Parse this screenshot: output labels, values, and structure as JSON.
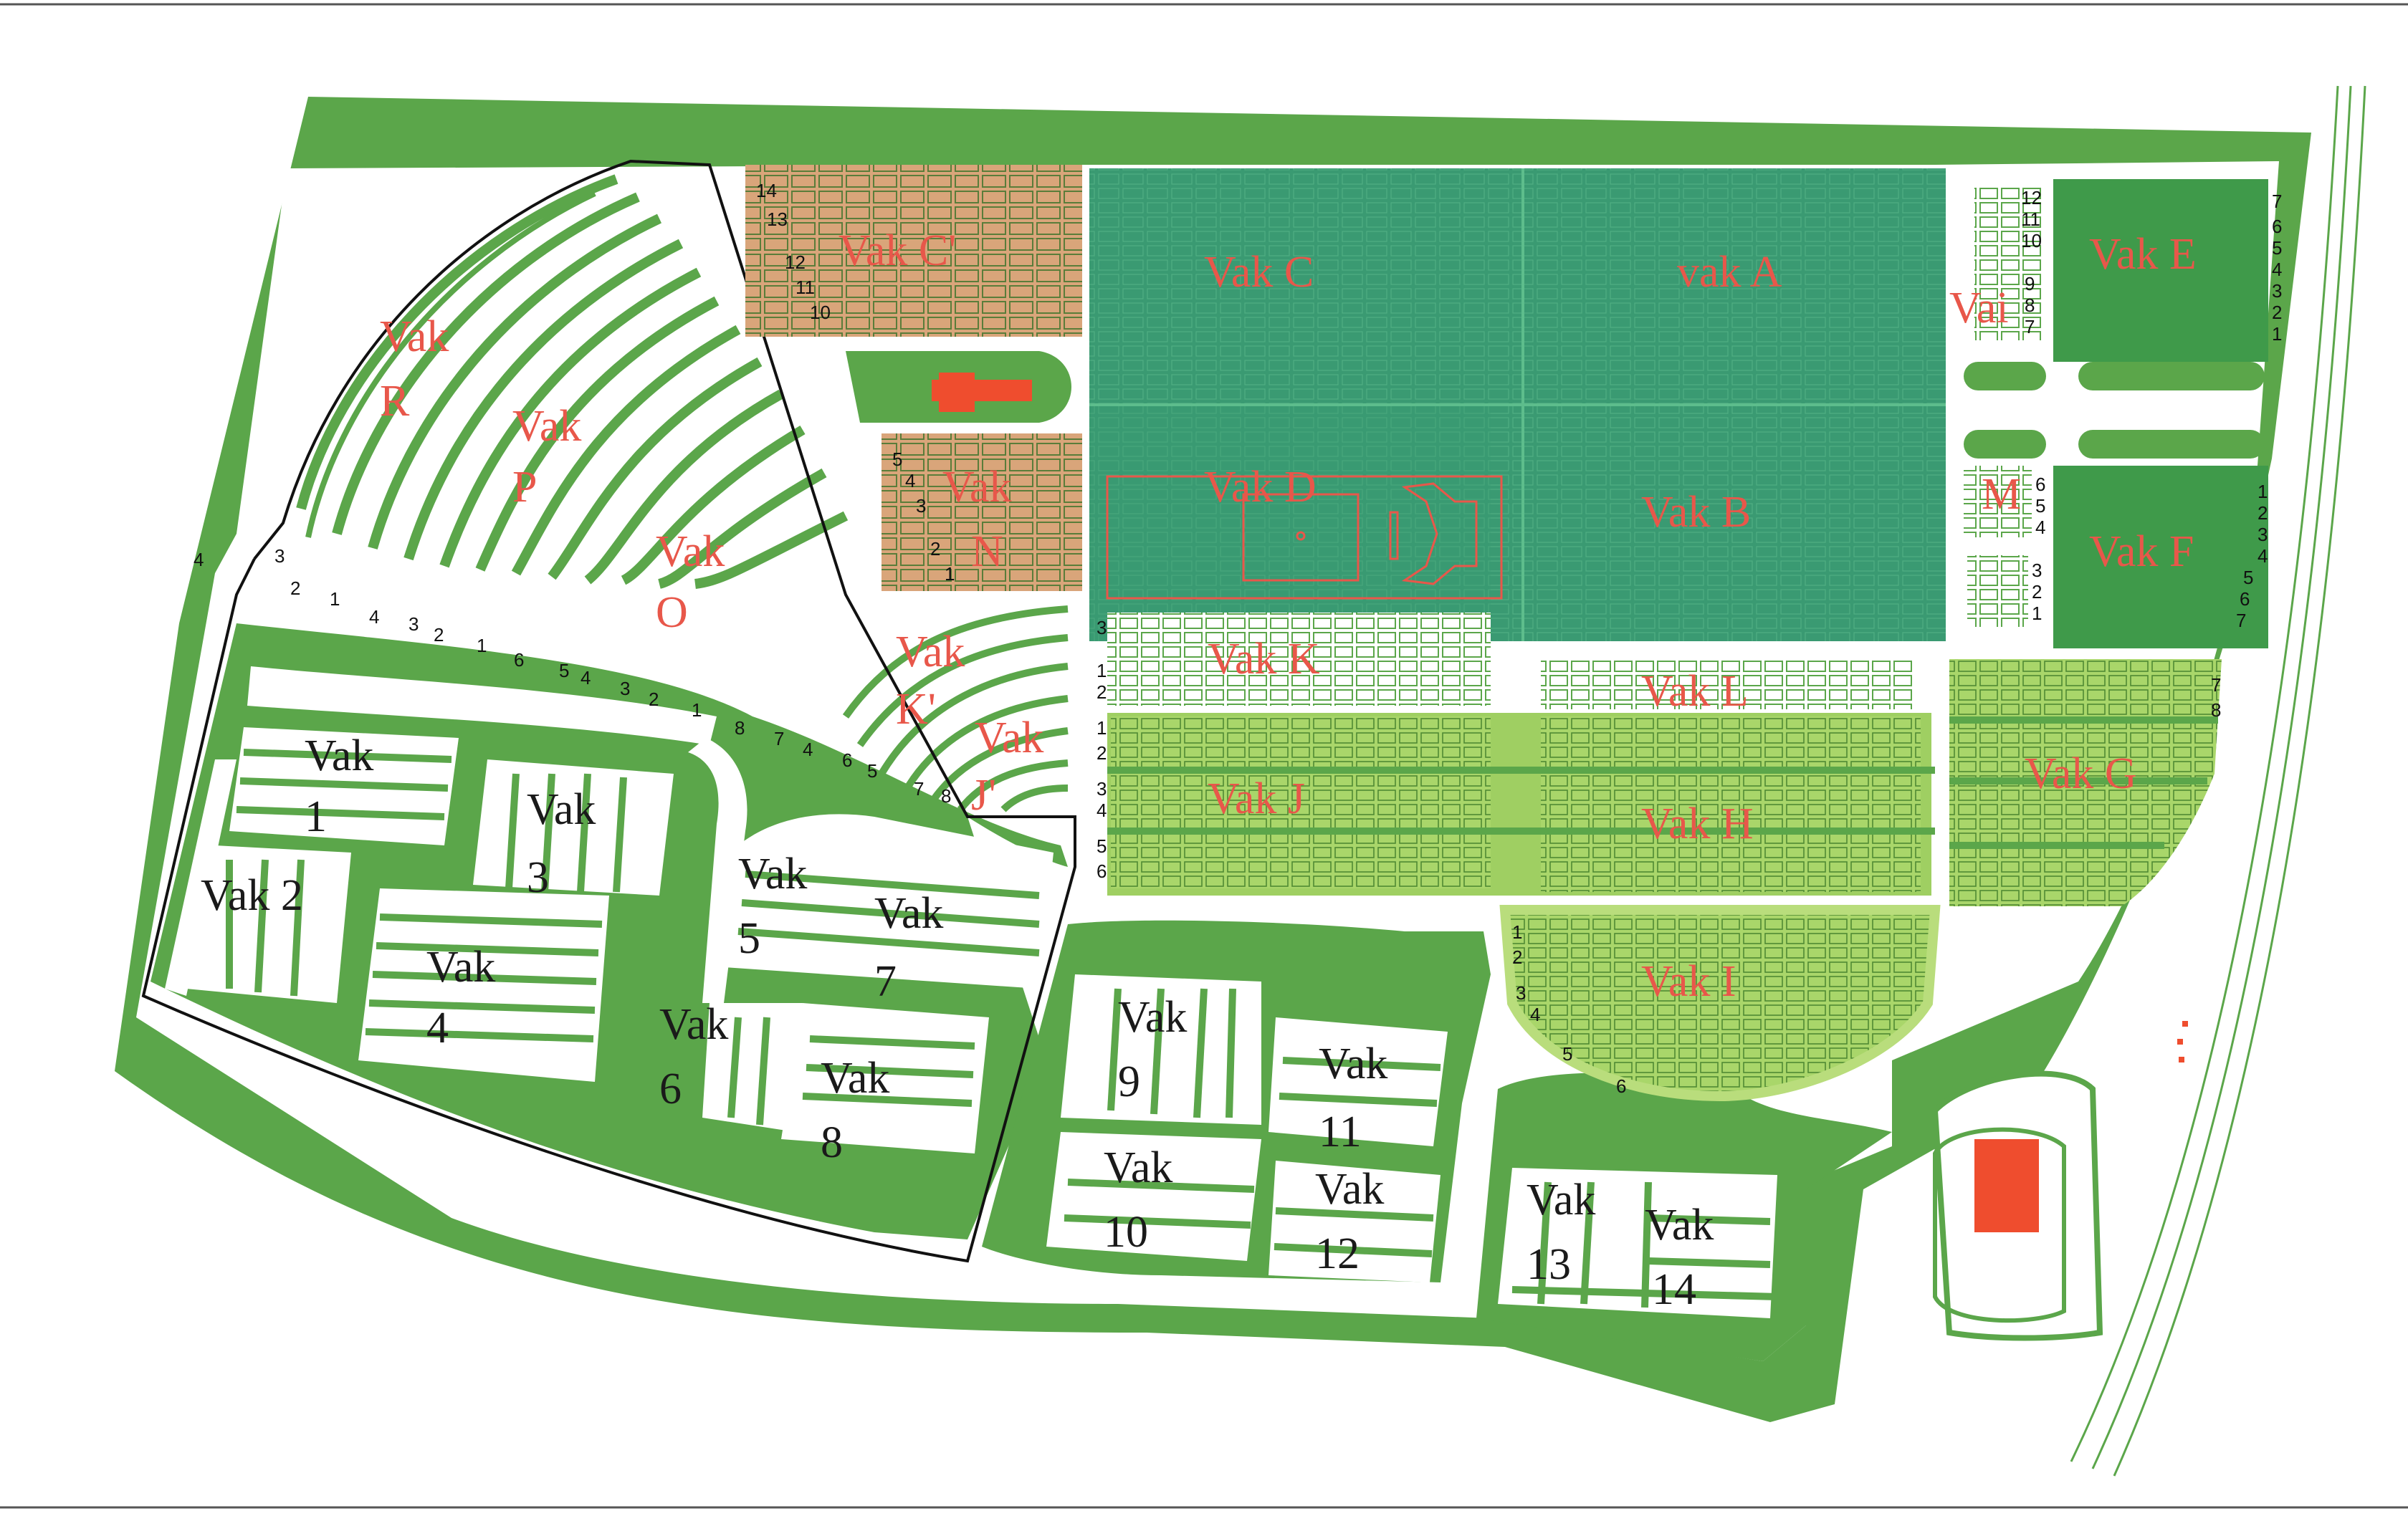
{
  "colors": {
    "grass": "#5ba64a",
    "path": "#ffffff",
    "tan": "#d9a57a",
    "teal": "#3a9a72",
    "lime": "#9fcf62",
    "label_red": "#e8574a",
    "building_red": "#ef4d2e"
  },
  "labels": {
    "vak_c_prime": "Vak C'",
    "vak_c": "Vak C",
    "vak_a": "vak A",
    "vak_i_small": "Vai",
    "vak_e": "Vak E",
    "vak_d": "Vak D",
    "vak_b": "Vak B",
    "vak_m": "M",
    "vak_f": "Vak F",
    "vak_r_1": "Vak",
    "vak_r_2": "R",
    "vak_p_1": "Vak",
    "vak_p_2": "P",
    "vak_o_1": "Vak",
    "vak_o_2": "O",
    "vak_n_1": "Vak",
    "vak_n_2": "N",
    "vak_k_prime_1": "Vak",
    "vak_k_prime_2": "K'",
    "vak_j_prime_1": "Vak",
    "vak_j_prime_2": "J'",
    "vak_k": "Vak K",
    "vak_l": "Vak L",
    "vak_j": "Vak J",
    "vak_h": "Vak H",
    "vak_g": "Vak G",
    "vak_i": "Vak I",
    "vak_1_1": "Vak",
    "vak_1_2": "1",
    "vak_2": "Vak 2",
    "vak_3_1": "Vak",
    "vak_3_2": "3",
    "vak_4_1": "Vak",
    "vak_4_2": "4",
    "vak_5_1": "Vak",
    "vak_5_2": "5",
    "vak_6_1": "Vak",
    "vak_6_2": "6",
    "vak_7_1": "Vak",
    "vak_7_2": "7",
    "vak_8_1": "Vak",
    "vak_8_2": "8",
    "vak_9_1": "Vak",
    "vak_9_2": "9",
    "vak_10_1": "Vak",
    "vak_10_2": "10",
    "vak_11_1": "Vak",
    "vak_11_2": "11",
    "vak_12_1": "Vak",
    "vak_12_2": "12",
    "vak_13_1": "Vak",
    "vak_13_2": "13",
    "vak_14_1": "Vak",
    "vak_14_2": "14"
  },
  "row_numbers": {
    "c_prime": [
      "14",
      "13",
      "12",
      "11",
      "10"
    ],
    "e_left": [
      "12",
      "11",
      "10",
      "9",
      "8",
      "7"
    ],
    "e_right": [
      "7",
      "6",
      "5",
      "4",
      "3",
      "2",
      "1"
    ],
    "n": [
      "5",
      "4",
      "3",
      "2",
      "1"
    ],
    "m": [
      "6",
      "5",
      "4",
      "3",
      "2",
      "1"
    ],
    "f_right": [
      "1",
      "2",
      "3",
      "4",
      "5",
      "6",
      "7"
    ],
    "k_j_left": [
      "3",
      "1",
      "2",
      "1",
      "2",
      "3",
      "4",
      "5",
      "6"
    ],
    "g_right": [
      "7",
      "8"
    ],
    "i_left": [
      "1",
      "2",
      "3",
      "4",
      "5",
      "6"
    ],
    "arc_row": [
      "4",
      "3",
      "2",
      "1",
      "4",
      "3",
      "2",
      "1",
      "6",
      "5",
      "4",
      "3",
      "2",
      "1",
      "8",
      "7",
      "4",
      "6",
      "5",
      "7",
      "8"
    ]
  }
}
